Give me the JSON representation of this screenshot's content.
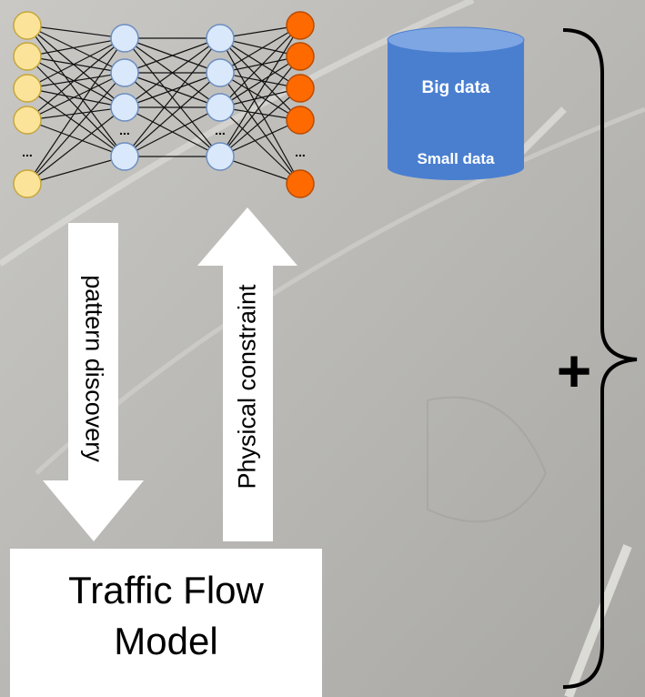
{
  "network": {
    "layers": [
      {
        "role": "input",
        "nodes": 6,
        "color": "#fbe49a",
        "stroke": "#c6a63a"
      },
      {
        "role": "hidden",
        "nodes": 5,
        "color": "#dae8fc",
        "stroke": "#6c8ebf"
      },
      {
        "role": "hidden",
        "nodes": 5,
        "color": "#dae8fc",
        "stroke": "#6c8ebf"
      },
      {
        "role": "output",
        "nodes": 6,
        "color": "#ff6a00",
        "stroke": "#b84a00"
      }
    ],
    "ellipsis": "..."
  },
  "arrows": {
    "down_label": "pattern discovery",
    "up_label": "Physical constraint"
  },
  "database": {
    "top_label": "Big data",
    "bottom_label": "Small data",
    "color": "#4a7fd0"
  },
  "model": {
    "line1": "Traffic Flow",
    "line2": "Model"
  },
  "plus": "+"
}
